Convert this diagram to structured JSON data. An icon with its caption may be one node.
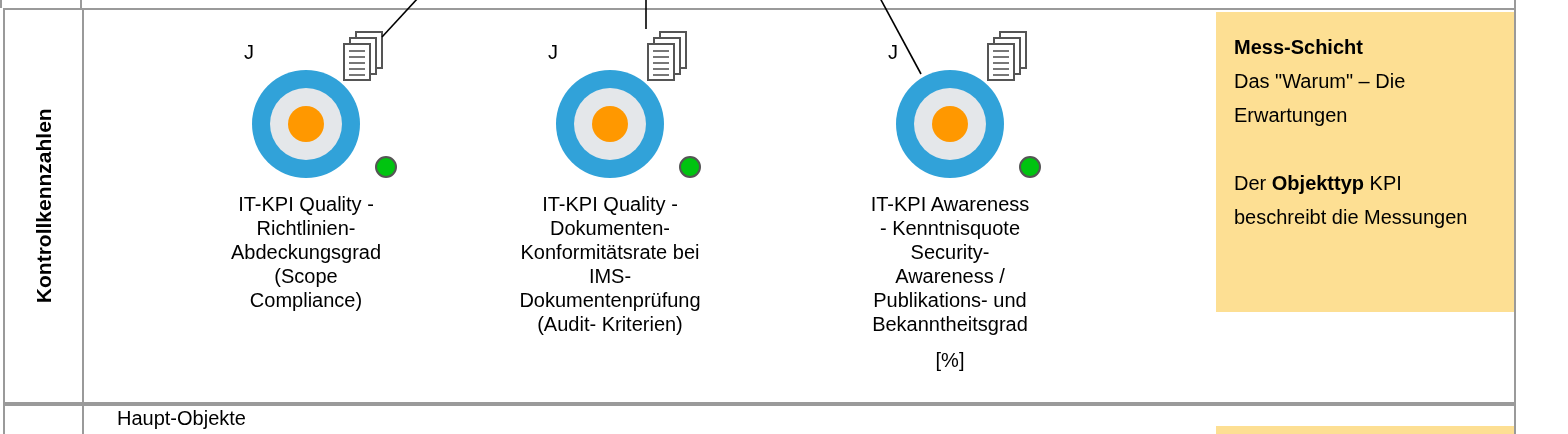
{
  "diagram": {
    "nodes": [
      {
        "text": [
          "Kontrollkennzahlen"
        ]
      },
      {
        "text": [],
        "shape": "circle",
        "in": 0,
        "beside": [
          "IT-KPI Quality - Richtlinien- Abdeckungsgrad (Scope Compliance)"
        ]
      },
      {
        "text": [],
        "shape": "document",
        "in": 0
      },
      {
        "text": [],
        "shape": "circle",
        "in": 0,
        "beside": [
          "IT-KPI Quality - Dokumenten- Konformitätsrate bei IMS- Dokumentenprüfung (Audit- Kriterien)"
        ]
      },
      {
        "text": [],
        "shape": "document",
        "in": 0
      },
      {
        "text": [],
        "shape": "circle",
        "in": 0,
        "beside": [
          "IT-KPI Awareness - Kenntnisquote Security- Awareness / Publikations- und Bekanntheitsgrad",
          "[%]"
        ]
      },
      {
        "text": [],
        "shape": "document",
        "in": 0
      },
      {
        "text": [
          "Mess-Schicht",
          "Das \"Warum\" – Die Erwartungen",
          "Der **Objekttyp** KPI beschreibt die Messungen"
        ],
        "in": 0
      },
      {
        "text": [
          "Haupt-Objekte"
        ]
      },
      {
        "text": [],
        "shape": "box",
        "in": 8
      }
    ],
    "edges": [
      {
        "from": null,
        "to": 2,
        "arrow": "none"
      },
      {
        "from": null,
        "to": 4,
        "arrow": "none"
      },
      {
        "from": null,
        "to": 5,
        "arrow": "none"
      }
    ],
    "labels": [
      "J",
      "J",
      "J"
    ]
  }
}
